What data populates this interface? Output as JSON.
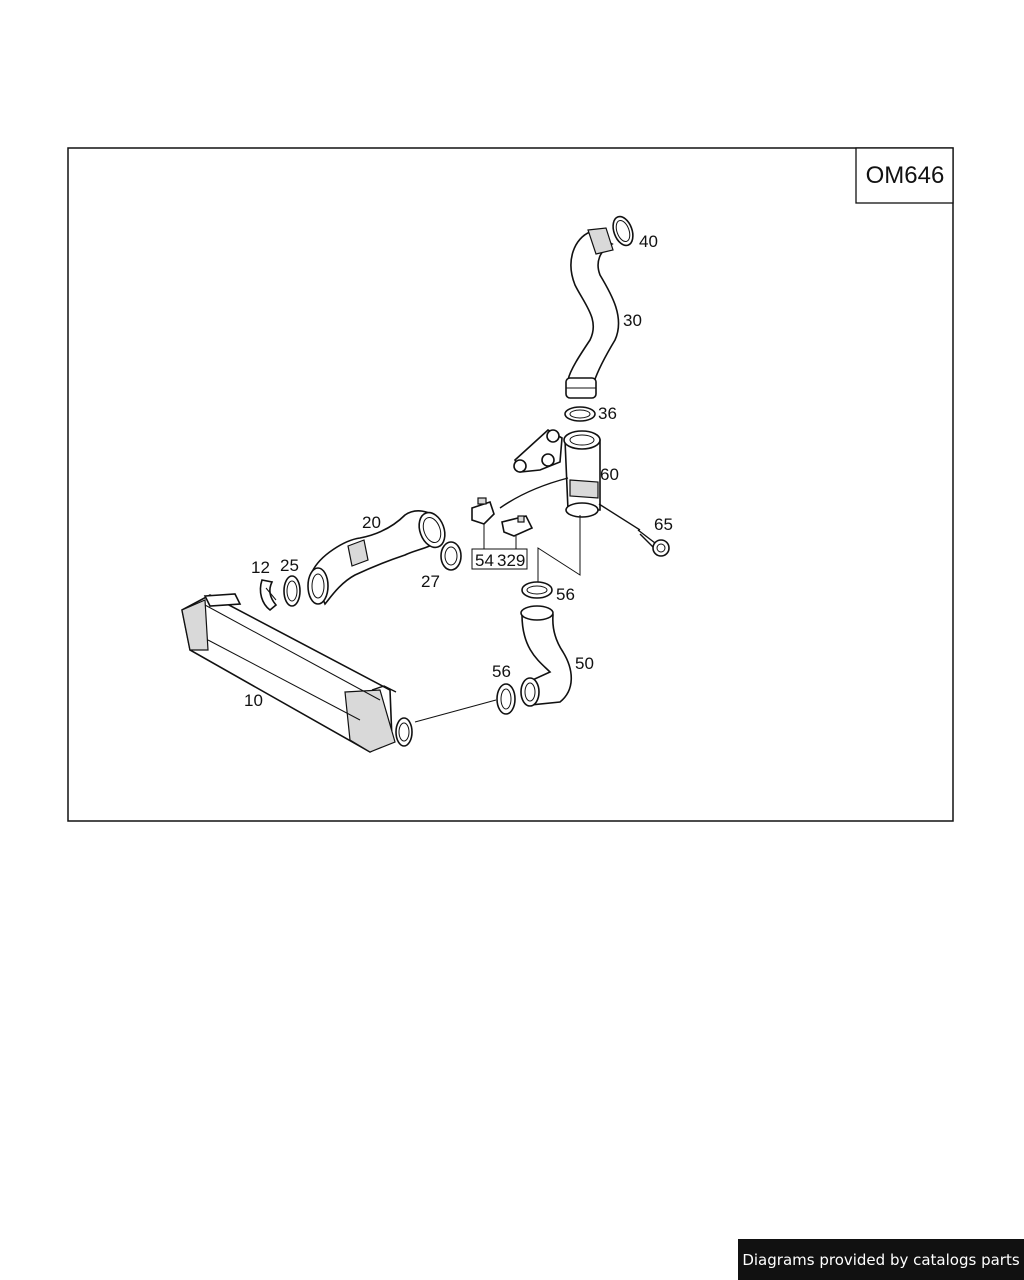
{
  "engine_code": "OM646",
  "callouts": {
    "c10": "10",
    "c12": "12",
    "c20": "20",
    "c25": "25",
    "c27": "27",
    "c30": "30",
    "c36": "36",
    "c40": "40",
    "c50": "50",
    "c54": "54",
    "c56a": "56",
    "c56b": "56",
    "c60": "60",
    "c65": "65",
    "c329": "329"
  },
  "footer_text": "Diagrams provided by catalogs parts"
}
